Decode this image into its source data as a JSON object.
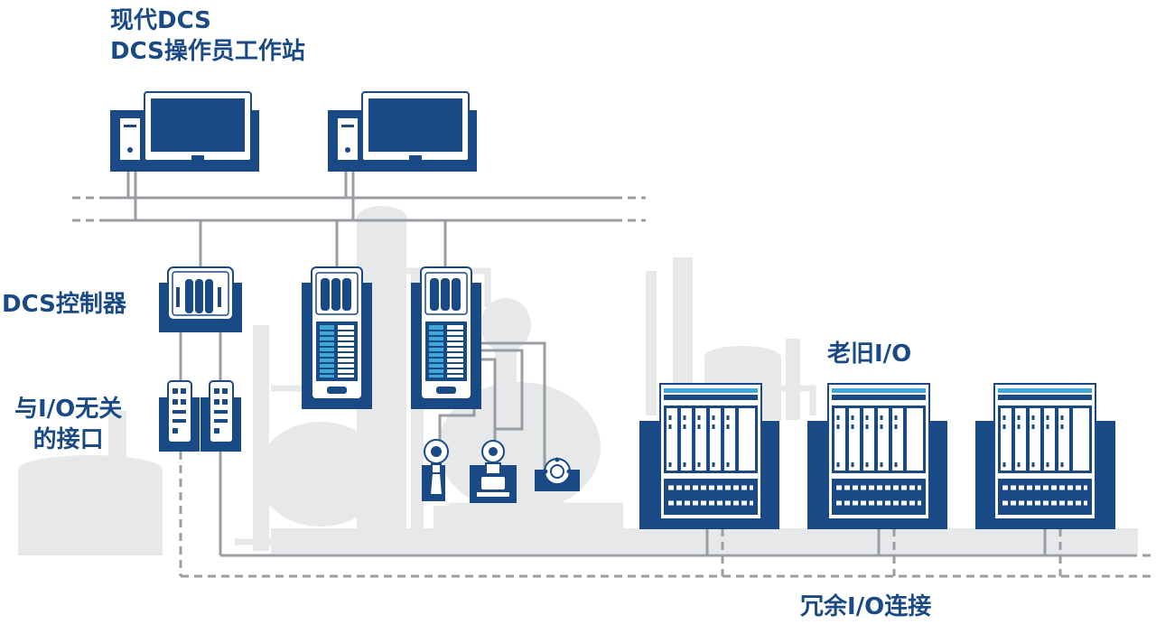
{
  "labels": {
    "workstations_line1": "现代DCS",
    "workstations_line2": "DCS操作员工作站",
    "controllers": "DCS控制器",
    "io_independent_line1": "与I/O无关",
    "io_independent_line2": "的接口",
    "legacy_io": "老旧I/O",
    "redundant_io": "冗余I/O连接"
  },
  "colors": {
    "primary_blue": "#1a4a86",
    "light_blue": "#3fa8d8",
    "network_gray": "#9a9ea3",
    "background_plant": "#e6e8ea"
  },
  "icons": [
    "operator-workstation-icon",
    "dcs-controller-icon",
    "io-interface-icon",
    "transmitter-icon",
    "legacy-io-cabinet-icon"
  ]
}
